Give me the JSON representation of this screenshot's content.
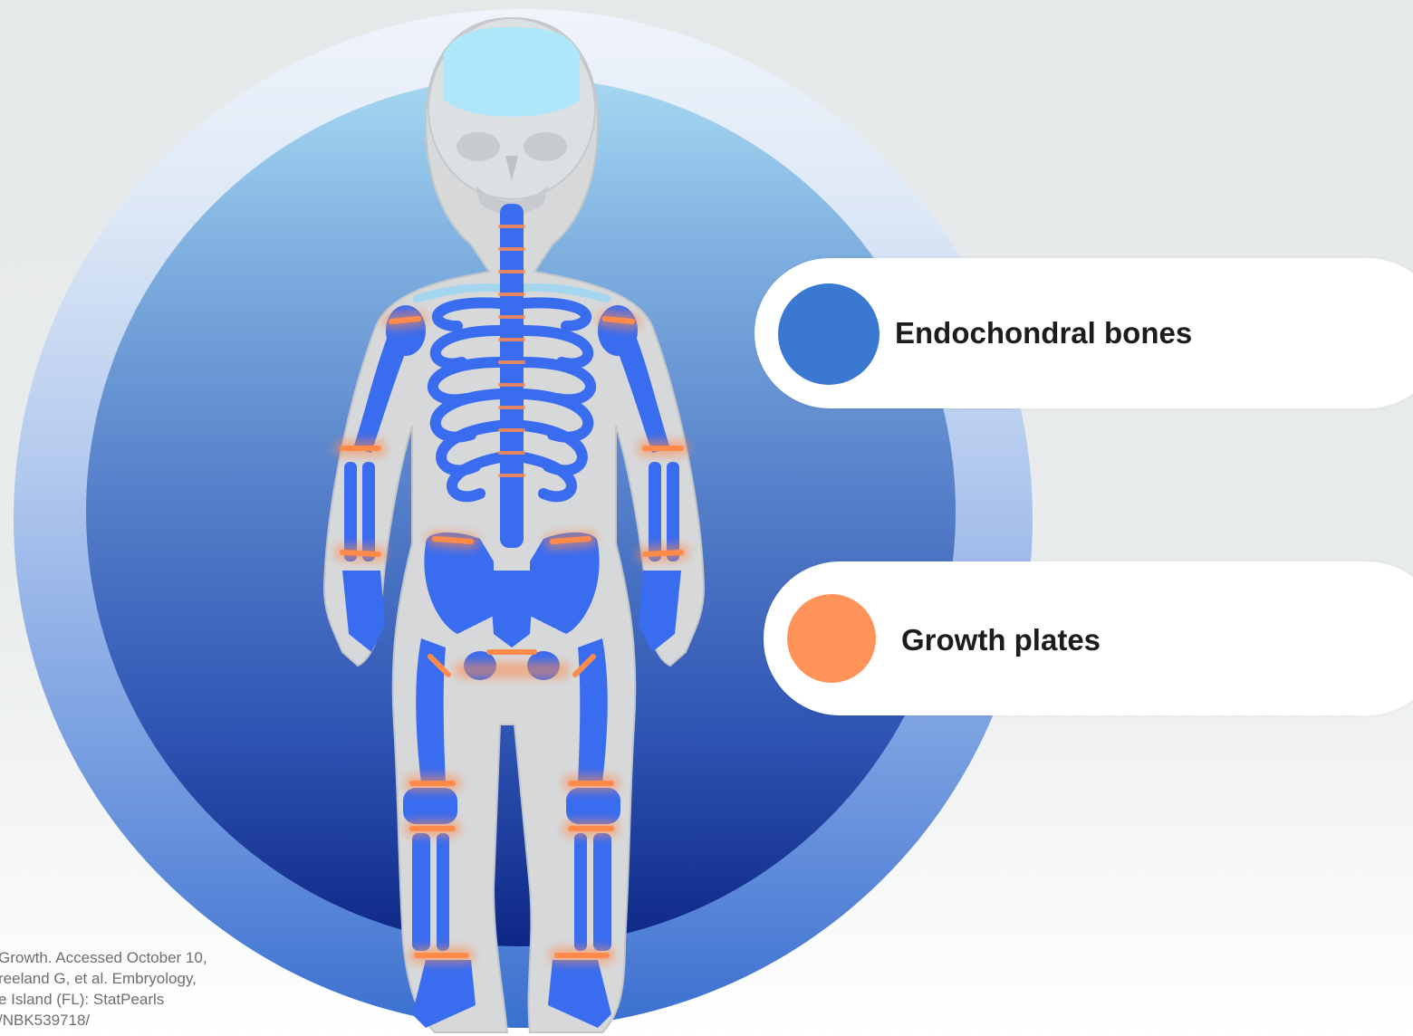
{
  "legend": {
    "items": [
      {
        "label": "Endochondral bones",
        "color": "#3a78d2"
      },
      {
        "label": "Growth plates",
        "color": "#ff935a"
      }
    ]
  },
  "reference": {
    "lines": [
      "Growth. Accessed October 10,",
      "reeland G, et al. Embryology,",
      "e Island (FL): StatPearls",
      "/NBK539718/"
    ]
  },
  "colors": {
    "bone": "#3a6cf0",
    "growth_plate": "#ff8a4a",
    "body_outline": "#d4d6d8",
    "skull": "#dcdfe2",
    "cartilage": "#a8e6f8"
  },
  "figure": {
    "subject": "child skeleton",
    "icon": "skeleton-illustration"
  }
}
